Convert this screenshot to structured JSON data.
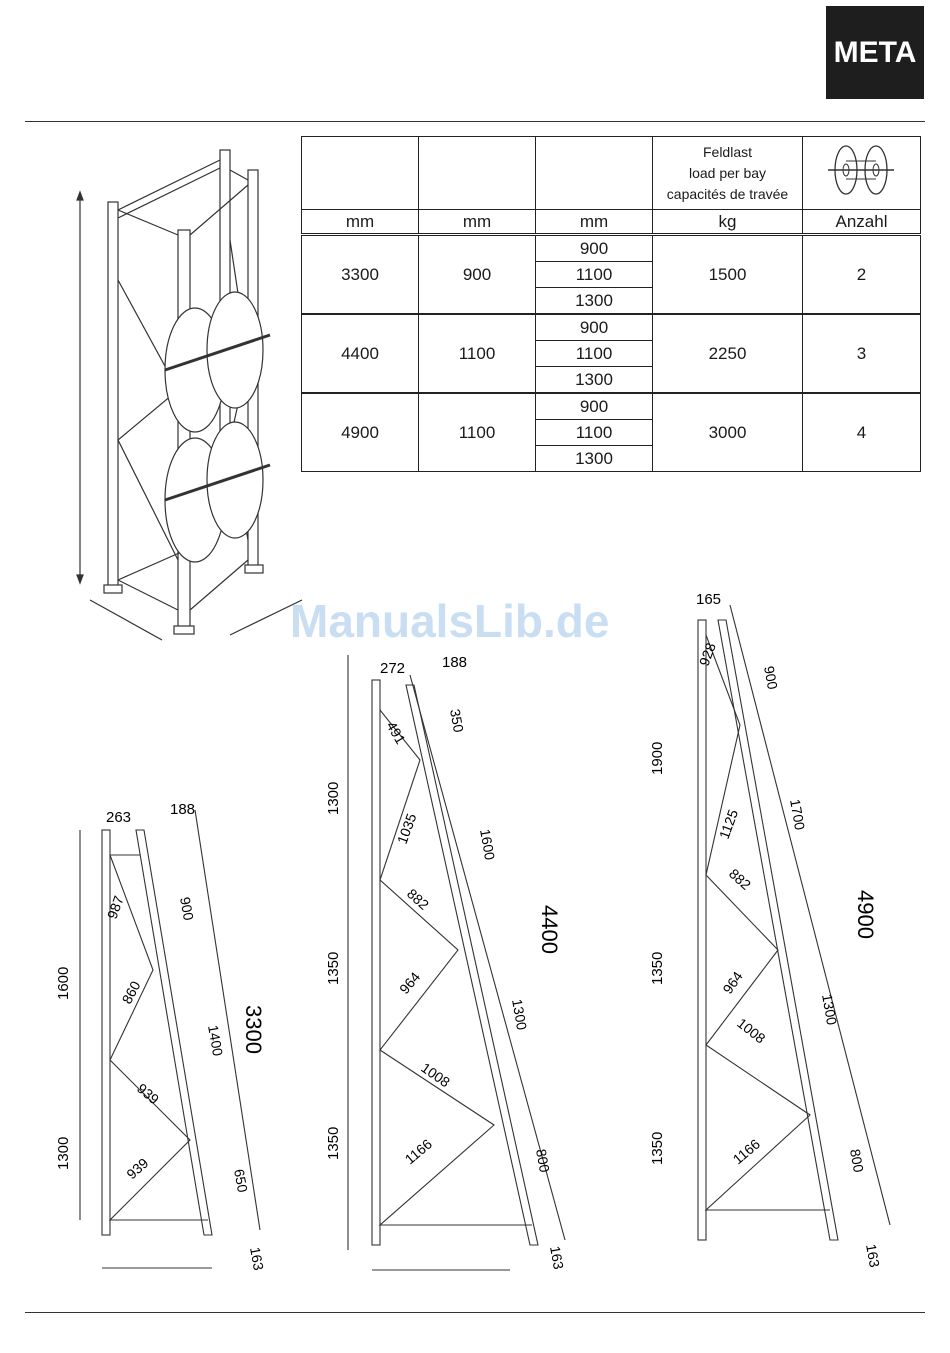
{
  "logo": "META",
  "watermark": "ManualsLib.de",
  "table": {
    "header": {
      "load_de": "Feldlast",
      "load_en": "load per bay",
      "load_fr": "capacités de travée",
      "reel_icon": "cable-reel-icon"
    },
    "units": [
      "mm",
      "mm",
      "mm",
      "kg",
      "Anzahl"
    ],
    "groups": [
      {
        "height": "3300",
        "depth": "900",
        "widths": [
          "900",
          "1100",
          "1300"
        ],
        "load": "1500",
        "count": "2"
      },
      {
        "height": "4400",
        "depth": "1100",
        "widths": [
          "900",
          "1100",
          "1300"
        ],
        "load": "2250",
        "count": "3"
      },
      {
        "height": "4900",
        "depth": "1100",
        "widths": [
          "900",
          "1100",
          "1300"
        ],
        "load": "3000",
        "count": "4"
      }
    ]
  },
  "frame_3300": {
    "total": "3300",
    "top_depth": "263",
    "top_offset": "188",
    "left_dims": [
      "1600",
      "1300"
    ],
    "braces": [
      "987",
      "860",
      "939",
      "939"
    ],
    "right_dims": [
      "900",
      "1400",
      "650"
    ],
    "foot": "163"
  },
  "frame_4400": {
    "total": "4400",
    "top_depth": "272",
    "top_offset": "188",
    "top_gap": "350",
    "left_dims": [
      "1300",
      "1350",
      "1350"
    ],
    "braces": [
      "491",
      "1035",
      "882",
      "964",
      "1008",
      "1166"
    ],
    "right_dims": [
      "1600",
      "1300",
      "800"
    ],
    "foot": "163"
  },
  "frame_4900": {
    "total": "4900",
    "top_depth": "165",
    "left_dims": [
      "1900",
      "1350",
      "1350"
    ],
    "braces": [
      "928",
      "1125",
      "882",
      "964",
      "1008",
      "1166"
    ],
    "right_dims": [
      "900",
      "1700",
      "1300",
      "800"
    ],
    "foot": "163"
  }
}
